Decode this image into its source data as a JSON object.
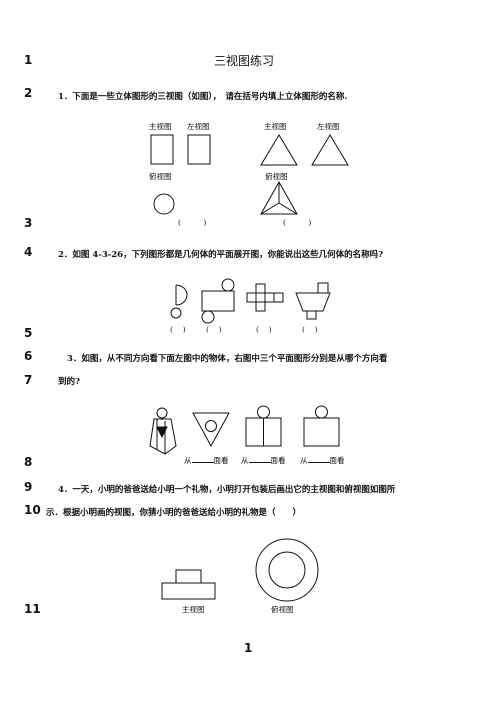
{
  "page": {
    "title": "三视图练习",
    "page_number": "1",
    "line_numbers": [
      "1",
      "2",
      "3",
      "4",
      "5",
      "6",
      "7",
      "8",
      "9",
      "10",
      "11"
    ]
  },
  "q1": {
    "text": "1．下面是一些立体图形的三视图（如图），　请在括号内填上立体图形的名称.",
    "left_group": {
      "front": "主视图",
      "side": "左视图",
      "top": "俯视图",
      "answer": "(　　　)"
    },
    "right_group": {
      "front": "主视图",
      "side": "左视图",
      "top": "俯视图",
      "answer": "(　　　)"
    }
  },
  "q2": {
    "text": "2．如图 4-3-26，下列图形都是几何体的平面展开图，你能说出这些几何体的名称吗?",
    "answers": [
      "(　 )",
      "(　 )",
      "(　 )",
      "(　 )"
    ]
  },
  "q3": {
    "text_line1": "3．如图，从不同方向看下面左图中的物体，右图中三个平面图形分别是从哪个方向看",
    "text_line2": "到的?",
    "labels": [
      {
        "prefix": "从",
        "suffix": "面看"
      },
      {
        "prefix": "从",
        "suffix": "面看"
      },
      {
        "prefix": "从",
        "suffix": "面看"
      }
    ]
  },
  "q4": {
    "text_line1": "4．一天，小明的爸爸送给小明一个礼物，小明打开包装后画出它的主视图和俯视图如图所",
    "text_line2": "示．根据小明画的视图，你猜小明的爸爸送给小明的礼物是（　　）",
    "front_label": "主视图",
    "top_label": "俯视图"
  }
}
